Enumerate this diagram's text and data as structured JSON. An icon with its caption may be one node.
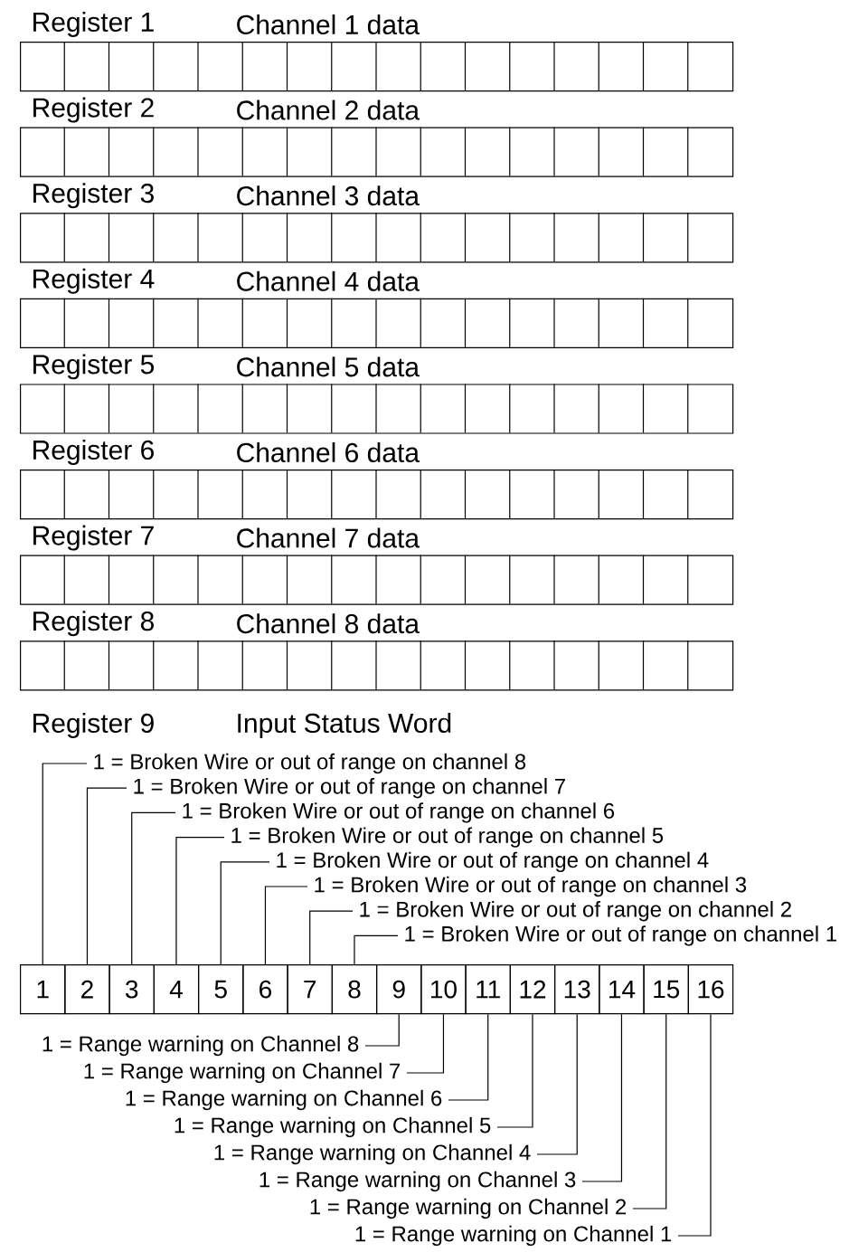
{
  "diagram": {
    "nodes": [
      {
        "text": [
          "Register 1",
          "Channel 1 data"
        ]
      },
      {
        "text": [
          "Register 2",
          "Channel 2 data"
        ]
      },
      {
        "text": [
          "Register 3",
          "Channel 3 data"
        ]
      },
      {
        "text": [
          "Register 4",
          "Channel 4 data"
        ]
      },
      {
        "text": [
          "Register 5",
          "Channel 5 data"
        ]
      },
      {
        "text": [
          "Register 6",
          "Channel 6 data"
        ]
      },
      {
        "text": [
          "Register 7",
          "Channel 7 data"
        ]
      },
      {
        "text": [
          "Register 8",
          "Channel 8 data"
        ]
      },
      {
        "text": [
          "1"
        ]
      },
      {
        "text": [
          "2"
        ]
      },
      {
        "text": [
          "3"
        ]
      },
      {
        "text": [
          "4"
        ]
      },
      {
        "text": [
          "5"
        ]
      },
      {
        "text": [
          "6"
        ]
      },
      {
        "text": [
          "7"
        ]
      },
      {
        "text": [
          "8"
        ]
      },
      {
        "text": [
          "9"
        ]
      },
      {
        "text": [
          "10"
        ]
      },
      {
        "text": [
          "11"
        ]
      },
      {
        "text": [
          "12"
        ]
      },
      {
        "text": [
          "13"
        ]
      },
      {
        "text": [
          "14"
        ]
      },
      {
        "text": [
          "15"
        ]
      },
      {
        "text": [
          "16"
        ]
      },
      {
        "text": [
          "1 = Broken Wire or out of range on channel 8"
        ]
      },
      {
        "text": [
          "1 = Broken Wire or out of range on channel 7"
        ]
      },
      {
        "text": [
          "1 = Broken Wire or out of range on channel 6"
        ]
      },
      {
        "text": [
          "1 = Broken Wire or out of range on channel 5"
        ]
      },
      {
        "text": [
          "1 = Broken Wire or out of range on channel 4"
        ]
      },
      {
        "text": [
          "1 = Broken Wire or out of range on channel 3"
        ]
      },
      {
        "text": [
          "1 = Broken Wire or out of range on channel 2"
        ]
      },
      {
        "text": [
          "1 = Broken Wire or out of range on channel 1"
        ]
      },
      {
        "text": [
          "1 = Range warning on Channel 8"
        ]
      },
      {
        "text": [
          "1 = Range warning on Channel 7"
        ]
      },
      {
        "text": [
          "1 = Range warning on Channel 6"
        ]
      },
      {
        "text": [
          "1 = Range warning on Channel 5"
        ]
      },
      {
        "text": [
          "1 = Range warning on Channel 4"
        ]
      },
      {
        "text": [
          "1 = Range warning on Channel 3"
        ]
      },
      {
        "text": [
          "1 = Range warning on Channel 2"
        ]
      },
      {
        "text": [
          "1 = Range warning on Channel 1"
        ]
      }
    ],
    "edges": [
      {
        "from": 24,
        "to": 8,
        "arrow": "none"
      },
      {
        "from": 25,
        "to": 9,
        "arrow": "none"
      },
      {
        "from": 26,
        "to": 10,
        "arrow": "none"
      },
      {
        "from": 27,
        "to": 11,
        "arrow": "none"
      },
      {
        "from": 28,
        "to": 12,
        "arrow": "none"
      },
      {
        "from": 29,
        "to": 13,
        "arrow": "none"
      },
      {
        "from": 30,
        "to": 14,
        "arrow": "none"
      },
      {
        "from": 31,
        "to": 15,
        "arrow": "none"
      },
      {
        "from": 32,
        "to": 16,
        "arrow": "none"
      },
      {
        "from": 33,
        "to": 17,
        "arrow": "none"
      },
      {
        "from": 34,
        "to": 18,
        "arrow": "none"
      },
      {
        "from": 35,
        "to": 19,
        "arrow": "none"
      },
      {
        "from": 36,
        "to": 20,
        "arrow": "none"
      },
      {
        "from": 37,
        "to": 21,
        "arrow": "none"
      },
      {
        "from": 38,
        "to": 22,
        "arrow": "none"
      },
      {
        "from": 39,
        "to": 23,
        "arrow": "none"
      }
    ],
    "labels": [
      "Register 9",
      "Input Status Word"
    ]
  }
}
